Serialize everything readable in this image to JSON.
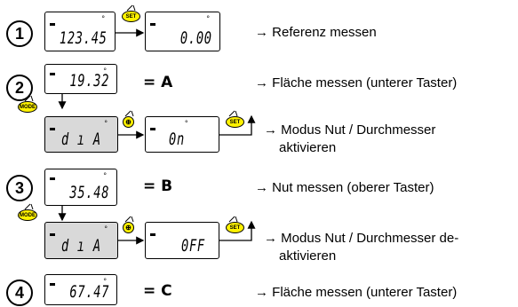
{
  "steps": [
    {
      "number": "1",
      "display_a": "123.45",
      "display_b": "0.00",
      "description": "→ Referenz messen"
    },
    {
      "number": "2",
      "display": "19.32",
      "result": "= A",
      "description": "→ Fläche messen (unterer Taster)",
      "sub_display_a": "d ı A",
      "sub_display_b": "0n",
      "sub_description_l1": "→ Modus Nut / Durchmesser",
      "sub_description_l2": "aktivieren"
    },
    {
      "number": "3",
      "display": "35.48",
      "result": "= B",
      "description": "→ Nut messen (oberer Taster)",
      "sub_display_a": "d ı A",
      "sub_display_b": "0FF",
      "sub_description_l1": "→ Modus Nut / Durchmesser de-",
      "sub_description_l2": "aktivieren"
    },
    {
      "number": "4",
      "display": "67.47",
      "result": "= C",
      "description": "→ Fläche messen (unterer Taster)"
    }
  ],
  "buttons": {
    "set": "SET",
    "mode": "MODE",
    "round": "⊕"
  },
  "lcd": {
    "unit": "°"
  }
}
